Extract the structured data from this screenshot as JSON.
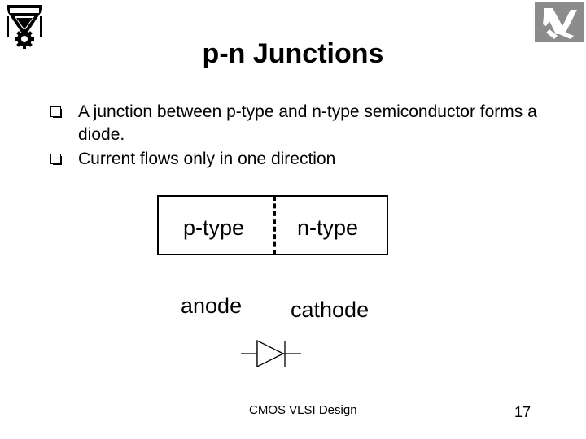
{
  "slide": {
    "title": "p-n Junctions",
    "bullets": [
      "A junction between p-type and n-type semiconductor forms a diode.",
      "Current flows only in one direction"
    ],
    "junction": {
      "left_region": "p-type",
      "right_region": "n-type"
    },
    "terminals": {
      "anode": "anode",
      "cathode": "cathode"
    },
    "footer": {
      "course": "CMOS VLSI Design",
      "page": "17"
    }
  },
  "icons": {
    "left_logo": "university-emblem-icon",
    "right_logo": "hebrew-letters-logo-icon",
    "diode": "diode-symbol-icon",
    "bullet": "checkbox-bullet-icon"
  },
  "colors": {
    "text": "#000000",
    "background": "#ffffff",
    "right_logo": "#8c8c8c"
  }
}
